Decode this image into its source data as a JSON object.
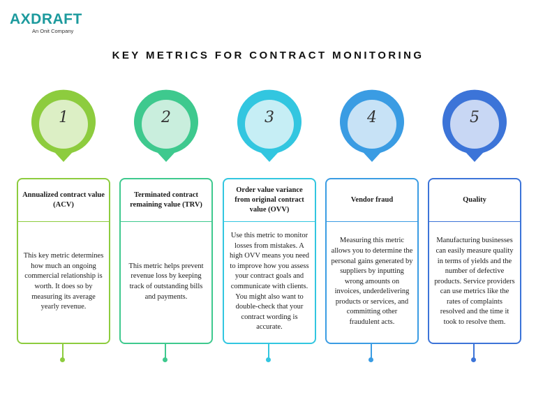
{
  "brand": {
    "name": "AXDRAFT",
    "tagline": "An Onit Company",
    "color": "#1c9a9d"
  },
  "title": "KEY METRICS FOR CONTRACT MONITORING",
  "metrics": [
    {
      "number": "1",
      "heading": "Annualized contract value (ACV)",
      "text": "This key metric determines how much an ongoing commercial relationship is worth. It does so by measuring its average yearly revenue.",
      "color": "#8dcc3e",
      "inner_color": "#dcefc5"
    },
    {
      "number": "2",
      "heading": "Terminated contract remaining value (TRV)",
      "text": "This metric helps prevent revenue loss by keeping track of outstanding bills and payments.",
      "color": "#3ec98e",
      "inner_color": "#c9eedd"
    },
    {
      "number": "3",
      "heading": "Order value variance from original contract value (OVV)",
      "text": "Use this metric to monitor losses from mistakes. A high OVV means you need to improve how you assess your contract goals and communicate with clients. You might also want to double-check that your contract wording is accurate.",
      "color": "#32c6e0",
      "inner_color": "#c6eef5"
    },
    {
      "number": "4",
      "heading": "Vendor fraud",
      "text": "Measuring this metric allows you to determine the personal gains generated by suppliers by inputting wrong amounts on invoices, underdelivering products or services, and committing other fraudulent acts.",
      "color": "#3a9ce3",
      "inner_color": "#c7e2f6"
    },
    {
      "number": "5",
      "heading": "Quality",
      "text": "Manufacturing businesses can easily measure quality in terms of yields and the number of defective products. Service providers can use metrics like the rates of complaints resolved and the time it took to resolve them.",
      "color": "#3c74d8",
      "inner_color": "#c8d7f4"
    }
  ]
}
